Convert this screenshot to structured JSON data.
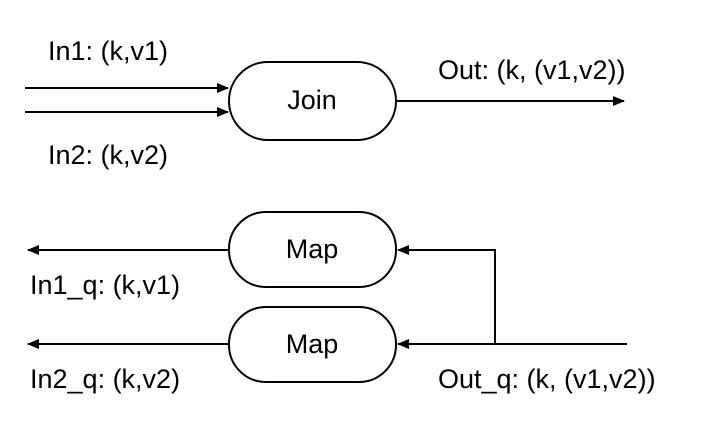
{
  "nodes": {
    "join": "Join",
    "map_top": "Map",
    "map_bottom": "Map"
  },
  "labels": {
    "in1": "In1: (k,v1)",
    "in2": "In2: (k,v2)",
    "out": "Out: (k, (v1,v2))",
    "in1_q": "In1_q: (k,v1)",
    "in2_q": "In2_q: (k,v2)",
    "out_q": "Out_q: (k, (v1,v2))"
  },
  "colors": {
    "stroke": "#000000",
    "background": "#ffffff"
  }
}
